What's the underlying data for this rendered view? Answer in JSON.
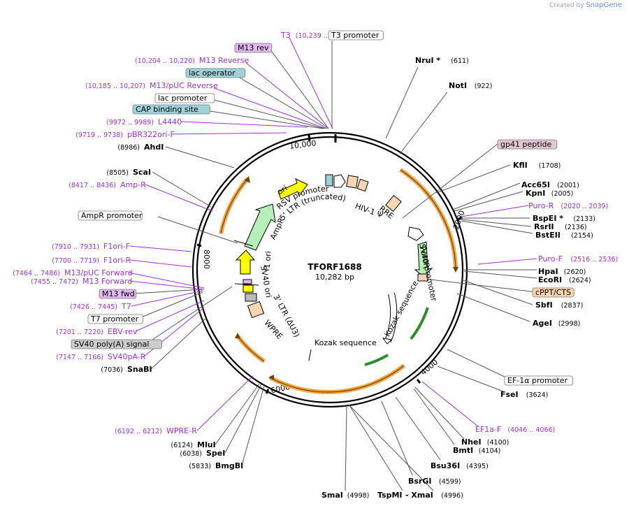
{
  "credit": {
    "prefix": "Created by",
    "brand": "SnapGene"
  },
  "plasmid": {
    "name": "TFORF1688",
    "size": "10,282 bp"
  },
  "ticks": [
    "10,000",
    "2000",
    "4000",
    "6000",
    "8000"
  ],
  "colors": {
    "enzyme": "#000000",
    "primer": "#9b30d9",
    "primer_fill": "#e3b8f0",
    "promoter_fill": "#ffffff",
    "cap_fill": "#9fd1d9",
    "poly_fill": "#cccccc",
    "feature_fill": "#f6d5b0",
    "orange_arc": "#f4a442",
    "green_arrow": "#b7f0b7",
    "yellow_arrow": "#ffff00"
  },
  "labels": [
    {
      "id": "T3",
      "type": "primer",
      "name": "T3",
      "coord": "(10,239 .. 10,259)"
    },
    {
      "id": "T3prom",
      "type": "promoter",
      "name": "T3 promoter"
    },
    {
      "id": "M13rev",
      "type": "primerbox",
      "name": "M13 rev"
    },
    {
      "id": "M13Reverse",
      "type": "primer",
      "name": "M13 Reverse",
      "coord": "(10,204 .. 10,220)"
    },
    {
      "id": "lacop",
      "type": "cap",
      "name": "lac operator"
    },
    {
      "id": "M13pUCrev",
      "type": "primer",
      "name": "M13/pUC Reverse",
      "coord": "(10,185 .. 10,207)"
    },
    {
      "id": "lacprom",
      "type": "promoter",
      "name": "lac promoter"
    },
    {
      "id": "CAP",
      "type": "cap",
      "name": "CAP binding site"
    },
    {
      "id": "L4440",
      "type": "primer",
      "name": "L4440",
      "coord": "(9972 .. 9989)"
    },
    {
      "id": "pBR322",
      "type": "primer",
      "name": "pBR322ori-F",
      "coord": "(9719 .. 9738)"
    },
    {
      "id": "AhdI",
      "type": "enzyme",
      "name": "AhdI",
      "coord": "(8986)"
    },
    {
      "id": "ScaI",
      "type": "enzyme",
      "name": "ScaI",
      "coord": "(8505)"
    },
    {
      "id": "AmpR-p",
      "type": "primer",
      "name": "Amp-R",
      "coord": "(8417 .. 8436)"
    },
    {
      "id": "AmpRprom",
      "type": "promoter",
      "name": "AmpR promoter"
    },
    {
      "id": "F1oriF",
      "type": "primer",
      "name": "F1ori-F",
      "coord": "(7910 .. 7931)"
    },
    {
      "id": "F1oriR",
      "type": "primer",
      "name": "F1ori-R",
      "coord": "(7700 .. 7719)"
    },
    {
      "id": "M13pUCfwd",
      "type": "primer",
      "name": "M13/pUC Forward",
      "coord": "(7464 .. 7486)"
    },
    {
      "id": "M13Forward",
      "type": "primer",
      "name": "M13 Forward",
      "coord": "(7455 .. 7472)"
    },
    {
      "id": "M13fwd",
      "type": "primerbox",
      "name": "M13 fwd"
    },
    {
      "id": "T7",
      "type": "primer",
      "name": "T7",
      "coord": "(7426 .. 7445)"
    },
    {
      "id": "T7prom",
      "type": "promoter",
      "name": "T7 promoter"
    },
    {
      "id": "EBVrev",
      "type": "primer",
      "name": "EBV-rev",
      "coord": "(7201 .. 7220)"
    },
    {
      "id": "SV40polyA",
      "type": "poly",
      "name": "SV40 poly(A) signal"
    },
    {
      "id": "SV40pAR",
      "type": "primer",
      "name": "SV40pA-R",
      "coord": "(7147 .. 7166)"
    },
    {
      "id": "SnaBI",
      "type": "enzyme",
      "name": "SnaBI",
      "coord": "(7036)"
    },
    {
      "id": "WPRER",
      "type": "primer",
      "name": "WPRE-R",
      "coord": "(6192 .. 6212)"
    },
    {
      "id": "MluI",
      "type": "enzyme",
      "name": "MluI",
      "coord": "(6124)"
    },
    {
      "id": "SpeI",
      "type": "enzyme",
      "name": "SpeI",
      "coord": "(6038)"
    },
    {
      "id": "BmgBI",
      "type": "enzyme",
      "name": "BmgBI",
      "coord": "(5833)"
    },
    {
      "id": "SmaI",
      "type": "enzyme",
      "name": "SmaI",
      "coord": "(4998)"
    },
    {
      "id": "TspMI",
      "type": "enzyme",
      "name": "TspMI",
      "coord": ""
    },
    {
      "id": "XmaI",
      "type": "enzyme",
      "name": "- XmaI",
      "coord": "(4996)"
    },
    {
      "id": "BsrGI",
      "type": "enzyme",
      "name": "BsrGI",
      "coord": "(4599)"
    },
    {
      "id": "Bsu36I",
      "type": "enzyme",
      "name": "Bsu36I",
      "coord": "(4395)"
    },
    {
      "id": "BmtI",
      "type": "enzyme",
      "name": "BmtI",
      "coord": "(4104)"
    },
    {
      "id": "NheI",
      "type": "enzyme",
      "name": "NheI",
      "coord": "(4100)"
    },
    {
      "id": "EF1aF",
      "type": "primer",
      "name": "EF1a-F",
      "coord": "(4046 .. 4066)"
    },
    {
      "id": "FseI",
      "type": "enzyme",
      "name": "FseI",
      "coord": "(3624)"
    },
    {
      "id": "EF1aprom",
      "type": "promoter",
      "name": "EF-1α promoter"
    },
    {
      "id": "AgeI",
      "type": "enzyme",
      "name": "AgeI",
      "coord": "(2998)"
    },
    {
      "id": "SbfI",
      "type": "enzyme",
      "name": "SbfI",
      "coord": "(2837)"
    },
    {
      "id": "cPPT",
      "type": "feature",
      "name": "cPPT/CTS"
    },
    {
      "id": "EcoRI",
      "type": "enzyme",
      "name": "EcoRI",
      "coord": "(2624)"
    },
    {
      "id": "HpaI",
      "type": "enzyme",
      "name": "HpaI",
      "coord": "(2620)"
    },
    {
      "id": "PuroF",
      "type": "primer",
      "name": "Puro-F",
      "coord": "(2516 .. 2536)"
    },
    {
      "id": "BstEII",
      "type": "enzyme",
      "name": "BstEII",
      "coord": "(2154)"
    },
    {
      "id": "RsrII",
      "type": "enzyme",
      "name": "RsrII",
      "coord": "(2136)"
    },
    {
      "id": "BspEI",
      "type": "enzyme",
      "name": "BspEI *",
      "coord": "(2133)"
    },
    {
      "id": "PuroR",
      "type": "primer",
      "name": "Puro-R",
      "coord": "(2020 .. 2039)"
    },
    {
      "id": "KpnI",
      "type": "enzyme",
      "name": "KpnI",
      "coord": "(2005)"
    },
    {
      "id": "Acc65I",
      "type": "enzyme",
      "name": "Acc65I",
      "coord": "(2001)"
    },
    {
      "id": "KflI",
      "type": "enzyme",
      "name": "KflI",
      "coord": "(1708)"
    },
    {
      "id": "gp41",
      "type": "gp41",
      "name": "gp41 peptide"
    },
    {
      "id": "NotI",
      "type": "enzyme",
      "name": "NotI",
      "coord": "(922)"
    },
    {
      "id": "NruI",
      "type": "enzyme",
      "name": "NruI *",
      "coord": "(611)"
    }
  ],
  "inner_labels": [
    {
      "id": "ori",
      "text": "ori"
    },
    {
      "id": "RSVprom",
      "text": "RSV promoter"
    },
    {
      "id": "LTR5",
      "text": "5' LTR (truncated)"
    },
    {
      "id": "HIV",
      "text": "HIV-1 Ψ"
    },
    {
      "id": "RRE",
      "text": "RRE"
    },
    {
      "id": "AmpR",
      "text": "AmpR"
    },
    {
      "id": "f1ori",
      "text": "f1 ori"
    },
    {
      "id": "SV40ori",
      "text": "SV40 ori"
    },
    {
      "id": "LTR3",
      "text": "3' LTR (ΔU3)"
    },
    {
      "id": "WPRE",
      "text": "WPRE"
    },
    {
      "id": "Kozak1",
      "text": "Kozak sequence"
    },
    {
      "id": "Kozak2",
      "text": "Kozak sequence"
    },
    {
      "id": "PuroRgene",
      "text": "PuroR"
    },
    {
      "id": "SV40prom",
      "text": "SV40 promoter"
    }
  ]
}
